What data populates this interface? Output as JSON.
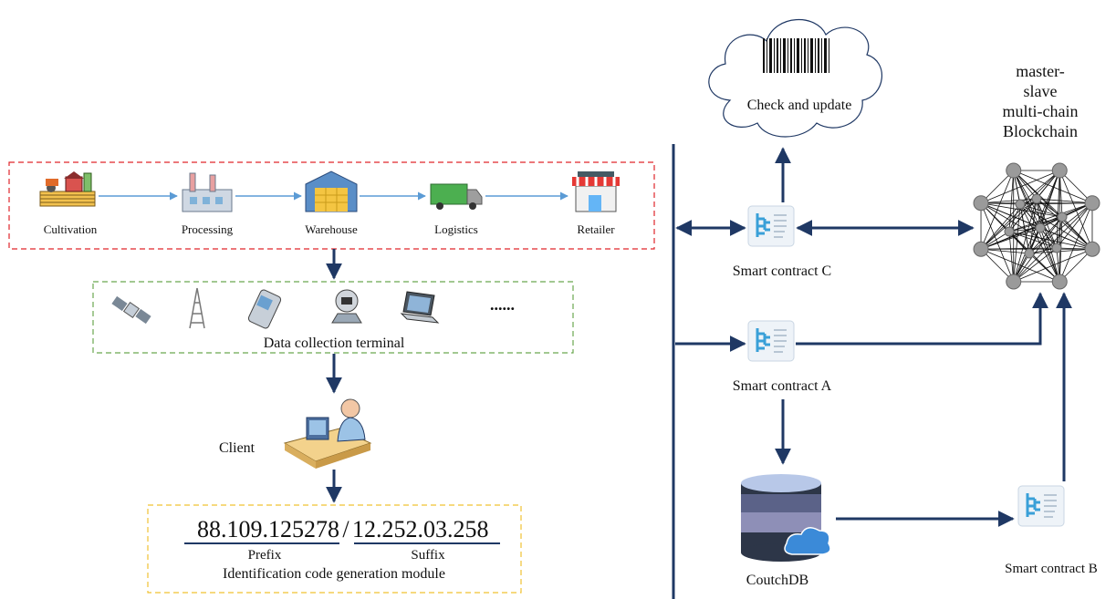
{
  "supply_chain": {
    "stages": [
      {
        "label": "Cultivation",
        "icon": "farm-icon"
      },
      {
        "label": "Processing",
        "icon": "factory-icon"
      },
      {
        "label": "Warehouse",
        "icon": "warehouse-icon"
      },
      {
        "label": "Logistics",
        "icon": "truck-icon"
      },
      {
        "label": "Retailer",
        "icon": "store-icon"
      }
    ],
    "border_color": "#e0262b"
  },
  "data_collection": {
    "label": "Data collection terminal",
    "ellipsis": "......",
    "devices": [
      "satellite-icon",
      "cell-tower-icon",
      "mobile-phone-icon",
      "scanner-robot-icon",
      "laptop-icon"
    ],
    "border_color": "#6aa84f"
  },
  "client": {
    "label": "Client"
  },
  "identification": {
    "code_prefix": "88.109.125278",
    "separator": "/",
    "code_suffix": "12.252.03.258",
    "prefix_label": "Prefix",
    "suffix_label": "Suffix",
    "module_label": "Identification code generation module",
    "border_color": "#f1c232"
  },
  "cloud": {
    "label": "Check and update"
  },
  "blockchain": {
    "label_lines": [
      "master-",
      "slave",
      "multi-chain",
      "Blockchain"
    ]
  },
  "smart_contracts": {
    "c": "Smart contract C",
    "a": "Smart contract A",
    "b": "Smart contract B"
  },
  "database": {
    "label": "CoutchDB"
  },
  "colors": {
    "arrow": "#1f3864",
    "flow": "#5b9bd5"
  }
}
